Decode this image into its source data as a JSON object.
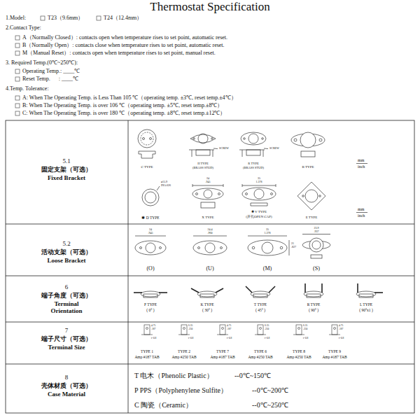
{
  "diagram": {
    "title": "Thermostat Specification",
    "labels": [
      "1.Model:",
      "T23（9.6mm）",
      "T24（12.4mm）",
      "2.Contact Type:",
      "A（Normally Closed）: contacts open when temperature rises to set point, automatic reset.",
      "B（Normally Open）: contacts close when temperature rises to set point, automatic reset.",
      "M（Manual Reset）: contacts open when temperature rises to set point, manual reset.",
      "3. Required Temp.(0℃~250℃):",
      "Operating Temp.: ____℃",
      "Reset Temp.      : ____℃",
      "4.Temp. Tolerance:",
      "A: When The Operating Temp. is Less Than 105 ℃（operating temp. ±3℃, reset temp.±4℃）",
      "B: When The Operating Temp. is over 106 ℃（operating temp. ±5℃, reset temp.±8℃）",
      "C: When The Operating Temp. is over 180 ℃（operating temp. ±8℃, reset temp.±12℃）",
      "5.1",
      "固定支架（可选）",
      "Fixed Bracket",
      "C TYPE",
      "H TYPE",
      "(BRASS STUD)",
      "SCREW",
      "R TYPE",
      "(BRASS STUD)",
      "SCREW",
      "B TYPE",
      "mm",
      "inch",
      "ø15.9",
      "DIA.626",
      "✱ D TYPE",
      "24",
      ".945",
      "X TYPE",
      "35",
      "1.378",
      "✱ V TYPE",
      "(开孔OPEN CAP)",
      "E TYPE",
      "mm",
      "inch",
      "5.2",
      "活动支架（可选）",
      "Loose Bracket",
      "24",
      ".945",
      "24.4",
      ".960",
      "35",
      "1.378",
      "21",
      ".827",
      "23.9",
      ".937",
      "(O)",
      "(U)",
      "(M)",
      "(S)",
      "6",
      "端子角度（可选）",
      "Terminal Orientation",
      "F TYPE",
      "( 0° )",
      "K TYPE",
      "( 30° )",
      "T TYPE",
      "( 45° )",
      "R TYPE",
      "( 90° )",
      "L TYPE",
      "( 90°x1 )",
      "7",
      "端子尺寸（可选）",
      "Terminal Size",
      "4.75",
      ".187",
      "t=0.8",
      "TYPE 1",
      "Amp #187 TAB",
      "6.35",
      ".250",
      "t=0.8",
      "TYPE 2",
      "Amp #250 TAB",
      "4.75",
      ".187",
      "t=0.8",
      "TYPE 7",
      "Amp #187 TAB",
      "6.35",
      ".250",
      "t=0.8",
      "TYPE 6",
      "Amp #250 TAB",
      "6.35",
      ".250",
      "t=0.8",
      "TYPE 8",
      "Amp #250 TAB",
      "4.75",
      ".187",
      "t=0.8",
      "TYPE 9",
      "Amp #187 TAB",
      "8",
      "壳体材质（可选）",
      "Case Material",
      "T 电木（Phenolic Plastic）",
      "--0℃~150℃",
      "P PPS（Polyphenylene Sulfite）",
      "--0℃~200℃",
      "C 陶瓷（Ceramic）",
      "--0℃~250℃"
    ]
  }
}
